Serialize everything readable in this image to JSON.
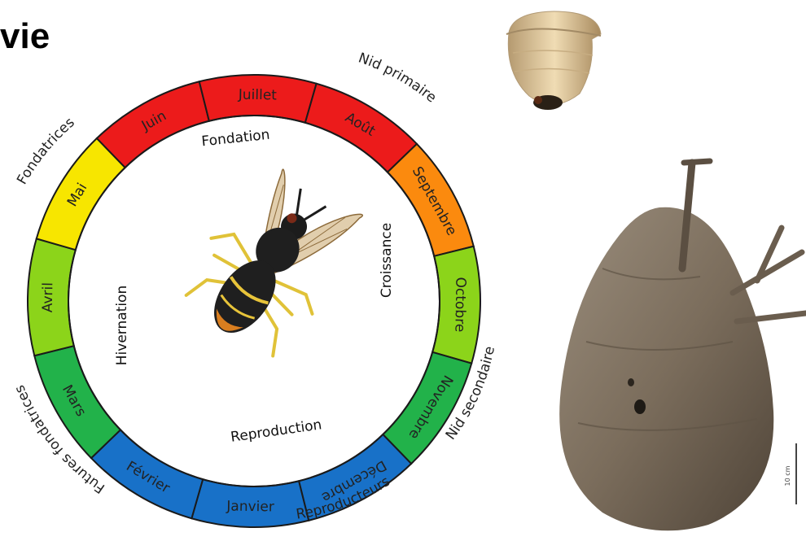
{
  "title": "vie",
  "colors": {
    "blue": "#1871c8",
    "green": "#22b24a",
    "lime": "#8cd41a",
    "yellow": "#f7e600",
    "orange": "#fb8a0e",
    "red": "#ec1b1b"
  },
  "months": [
    {
      "label": "Janvier"
    },
    {
      "label": "Février"
    },
    {
      "label": "Mars"
    },
    {
      "label": "Avril"
    },
    {
      "label": "Mai"
    },
    {
      "label": "Juin"
    },
    {
      "label": "Juillet"
    },
    {
      "label": "Août"
    },
    {
      "label": "Septembre"
    },
    {
      "label": "Octobre"
    },
    {
      "label": "Novembre"
    },
    {
      "label": "Décembre"
    }
  ],
  "phases": {
    "foundation": "Fondation",
    "growth": "Croissance",
    "reproduction": "Reproduction",
    "hibernation": "Hivernation"
  },
  "outer_labels": {
    "founders": "Fondatrices",
    "primary_nest": "Nid primaire",
    "secondary_nest": "Nid secondaire",
    "reproducers": "Reproducteurs",
    "future_founders": "Futures fondatrices"
  },
  "icons": {
    "hornet": "hornet-icon",
    "primary_nest": "primary-nest-icon",
    "secondary_nest": "secondary-nest-icon"
  },
  "scale_label": "10 cm"
}
